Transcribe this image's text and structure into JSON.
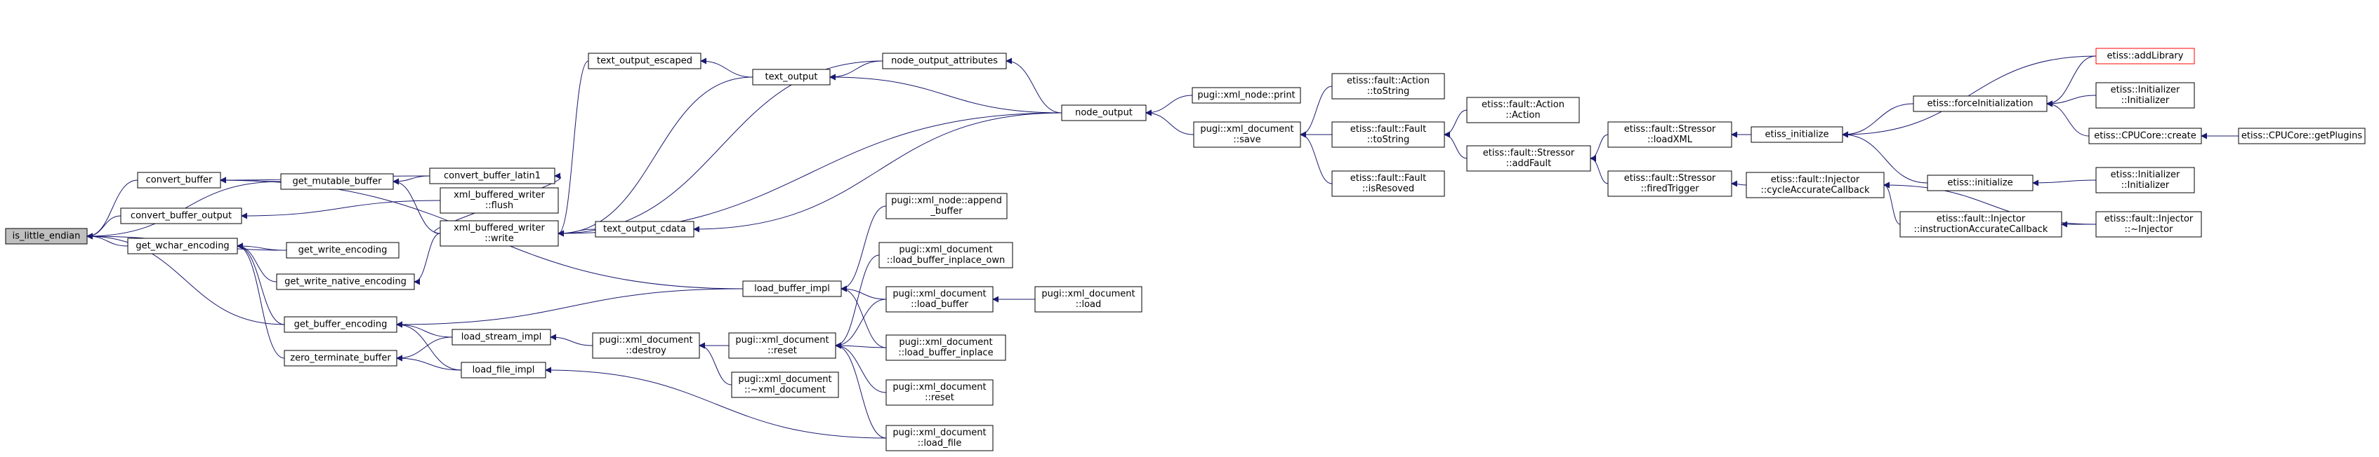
{
  "diagram": {
    "colors": {
      "edge": "#191970",
      "root_fill": "#bfbfbf",
      "highlight_border": "#ff0000"
    },
    "nodes": [
      {
        "id": "is_little_endian",
        "lines": [
          "is_little_endian"
        ]
      },
      {
        "id": "convert_buffer",
        "lines": [
          "convert_buffer"
        ]
      },
      {
        "id": "convert_buffer_output",
        "lines": [
          "convert_buffer_output"
        ]
      },
      {
        "id": "get_wchar_encoding",
        "lines": [
          "get_wchar_encoding"
        ]
      },
      {
        "id": "get_mutable_buffer",
        "lines": [
          "get_mutable_buffer"
        ]
      },
      {
        "id": "convert_buffer_latin1",
        "lines": [
          "convert_buffer_latin1"
        ]
      },
      {
        "id": "xml_buffered_writer_flush",
        "lines": [
          "xml_buffered_writer",
          "::flush"
        ]
      },
      {
        "id": "get_write_encoding",
        "lines": [
          "get_write_encoding"
        ]
      },
      {
        "id": "get_write_native_encoding",
        "lines": [
          "get_write_native_encoding"
        ]
      },
      {
        "id": "get_buffer_encoding",
        "lines": [
          "get_buffer_encoding"
        ]
      },
      {
        "id": "zero_terminate_buffer",
        "lines": [
          "zero_terminate_buffer"
        ]
      },
      {
        "id": "load_stream_impl",
        "lines": [
          "load_stream_impl"
        ]
      },
      {
        "id": "load_file_impl",
        "lines": [
          "load_file_impl"
        ]
      },
      {
        "id": "xml_buffered_writer_write",
        "lines": [
          "xml_buffered_writer",
          "::write"
        ]
      },
      {
        "id": "text_output_escaped",
        "lines": [
          "text_output_escaped"
        ]
      },
      {
        "id": "text_output",
        "lines": [
          "text_output"
        ]
      },
      {
        "id": "text_output_cdata",
        "lines": [
          "text_output_cdata"
        ]
      },
      {
        "id": "node_output_attributes",
        "lines": [
          "node_output_attributes"
        ]
      },
      {
        "id": "load_buffer_impl",
        "lines": [
          "load_buffer_impl"
        ]
      },
      {
        "id": "pugi_xml_document_destroy",
        "lines": [
          "pugi::xml_document",
          "::destroy"
        ]
      },
      {
        "id": "pugi_xml_document_reset",
        "lines": [
          "pugi::xml_document",
          "::reset"
        ]
      },
      {
        "id": "pugi_xml_document_dtor",
        "lines": [
          "pugi::xml_document",
          "::~xml_document"
        ]
      },
      {
        "id": "pugi_xml_node_append_buffer",
        "lines": [
          "pugi::xml_node::append",
          "_buffer"
        ]
      },
      {
        "id": "pugi_xml_document_load_buffer_inplace_own",
        "lines": [
          "pugi::xml_document",
          "::load_buffer_inplace_own"
        ]
      },
      {
        "id": "pugi_xml_document_load_buffer",
        "lines": [
          "pugi::xml_document",
          "::load_buffer"
        ]
      },
      {
        "id": "pugi_xml_document_load_buffer_inplace",
        "lines": [
          "pugi::xml_document",
          "::load_buffer_inplace"
        ]
      },
      {
        "id": "pugi_xml_document_reset2",
        "lines": [
          "pugi::xml_document",
          "::reset"
        ]
      },
      {
        "id": "pugi_xml_document_load_file",
        "lines": [
          "pugi::xml_document",
          "::load_file"
        ]
      },
      {
        "id": "pugi_xml_document_load",
        "lines": [
          "pugi::xml_document",
          "::load"
        ]
      },
      {
        "id": "node_output",
        "lines": [
          "node_output"
        ]
      },
      {
        "id": "pugi_xml_node_print",
        "lines": [
          "pugi::xml_node::print"
        ]
      },
      {
        "id": "pugi_xml_document_save",
        "lines": [
          "pugi::xml_document",
          "::save"
        ]
      },
      {
        "id": "etiss_fault_Action_toString",
        "lines": [
          "etiss::fault::Action",
          "::toString"
        ]
      },
      {
        "id": "etiss_fault_Fault_toString",
        "lines": [
          "etiss::fault::Fault",
          "::toString"
        ]
      },
      {
        "id": "etiss_fault_Fault_isResoved",
        "lines": [
          "etiss::fault::Fault",
          "::isResoved"
        ]
      },
      {
        "id": "etiss_fault_Action_Action",
        "lines": [
          "etiss::fault::Action",
          "::Action"
        ]
      },
      {
        "id": "etiss_fault_Stressor_addFault",
        "lines": [
          "etiss::fault::Stressor",
          "::addFault"
        ]
      },
      {
        "id": "etiss_fault_Stressor_loadXML",
        "lines": [
          "etiss::fault::Stressor",
          "::loadXML"
        ]
      },
      {
        "id": "etiss_fault_Stressor_firedTrigger",
        "lines": [
          "etiss::fault::Stressor",
          "::firedTrigger"
        ]
      },
      {
        "id": "etiss_initialize_underscore",
        "lines": [
          "etiss_initialize"
        ]
      },
      {
        "id": "etiss_fault_Injector_cycleAccurateCallback",
        "lines": [
          "etiss::fault::Injector",
          "::cycleAccurateCallback"
        ]
      },
      {
        "id": "etiss_fault_Injector_instructionAccurateCallback",
        "lines": [
          "etiss::fault::Injector",
          "::instructionAccurateCallback"
        ]
      },
      {
        "id": "etiss_fault_Injector_dtor",
        "lines": [
          "etiss::fault::Injector",
          "::~Injector"
        ]
      },
      {
        "id": "etiss_forceInitialization",
        "lines": [
          "etiss::forceInitialization"
        ]
      },
      {
        "id": "etiss_initialize",
        "lines": [
          "etiss::initialize"
        ]
      },
      {
        "id": "etiss_addLibrary",
        "lines": [
          "etiss::addLibrary"
        ]
      },
      {
        "id": "etiss_Initializer_Initializer",
        "lines": [
          "etiss::Initializer",
          "::Initializer"
        ]
      },
      {
        "id": "etiss_CPUCore_create",
        "lines": [
          "etiss::CPUCore::create"
        ]
      },
      {
        "id": "etiss_Initializer_Initializer2",
        "lines": [
          "etiss::Initializer",
          "::Initializer"
        ]
      },
      {
        "id": "etiss_CPUCore_getPlugins",
        "lines": [
          "etiss::CPUCore::getPlugins"
        ]
      }
    ],
    "edges": [
      [
        "convert_buffer",
        "is_little_endian"
      ],
      [
        "convert_buffer_output",
        "is_little_endian"
      ],
      [
        "get_wchar_encoding",
        "is_little_endian"
      ],
      [
        "get_buffer_encoding",
        "is_little_endian"
      ],
      [
        "get_write_encoding",
        "is_little_endian"
      ],
      [
        "get_mutable_buffer",
        "is_little_endian"
      ],
      [
        "get_mutable_buffer",
        "convert_buffer"
      ],
      [
        "convert_buffer_latin1",
        "convert_buffer"
      ],
      [
        "load_buffer_impl",
        "convert_buffer"
      ],
      [
        "xml_buffered_writer_flush",
        "convert_buffer_output"
      ],
      [
        "get_write_encoding",
        "get_wchar_encoding"
      ],
      [
        "get_write_native_encoding",
        "get_wchar_encoding"
      ],
      [
        "get_buffer_encoding",
        "get_wchar_encoding"
      ],
      [
        "zero_terminate_buffer",
        "get_wchar_encoding"
      ],
      [
        "convert_buffer_latin1",
        "get_mutable_buffer"
      ],
      [
        "xml_buffered_writer_write",
        "get_mutable_buffer"
      ],
      [
        "xml_buffered_writer_write",
        "convert_buffer_latin1"
      ],
      [
        "xml_buffered_writer_write",
        "get_write_native_encoding"
      ],
      [
        "load_buffer_impl",
        "get_buffer_encoding"
      ],
      [
        "load_stream_impl",
        "get_buffer_encoding"
      ],
      [
        "load_file_impl",
        "get_buffer_encoding"
      ],
      [
        "load_stream_impl",
        "zero_terminate_buffer"
      ],
      [
        "load_file_impl",
        "zero_terminate_buffer"
      ],
      [
        "text_output_escaped",
        "xml_buffered_writer_write"
      ],
      [
        "text_output",
        "xml_buffered_writer_write"
      ],
      [
        "text_output_cdata",
        "xml_buffered_writer_write"
      ],
      [
        "node_output_attributes",
        "xml_buffered_writer_write"
      ],
      [
        "node_output",
        "xml_buffered_writer_write"
      ],
      [
        "text_output",
        "text_output_escaped"
      ],
      [
        "node_output_attributes",
        "text_output"
      ],
      [
        "node_output",
        "text_output"
      ],
      [
        "node_output",
        "node_output_attributes"
      ],
      [
        "node_output",
        "text_output_cdata"
      ],
      [
        "pugi_xml_node_print",
        "node_output"
      ],
      [
        "pugi_xml_document_save",
        "node_output"
      ],
      [
        "pugi_xml_document_destroy",
        "load_stream_impl"
      ],
      [
        "pugi_xml_document_load_file",
        "load_file_impl"
      ],
      [
        "pugi_xml_document_reset",
        "pugi_xml_document_destroy"
      ],
      [
        "pugi_xml_document_dtor",
        "pugi_xml_document_destroy"
      ],
      [
        "pugi_xml_node_append_buffer",
        "load_buffer_impl"
      ],
      [
        "pugi_xml_document_load_buffer",
        "load_buffer_impl"
      ],
      [
        "pugi_xml_document_load_buffer_inplace",
        "load_buffer_impl"
      ],
      [
        "pugi_xml_document_load_buffer_inplace_own",
        "pugi_xml_document_reset"
      ],
      [
        "pugi_xml_document_load_buffer",
        "pugi_xml_document_reset"
      ],
      [
        "pugi_xml_document_load_buffer_inplace",
        "pugi_xml_document_reset"
      ],
      [
        "pugi_xml_document_reset2",
        "pugi_xml_document_reset"
      ],
      [
        "pugi_xml_document_load_file",
        "pugi_xml_document_reset"
      ],
      [
        "pugi_xml_document_load",
        "pugi_xml_document_load_buffer"
      ],
      [
        "etiss_fault_Action_toString",
        "pugi_xml_document_save"
      ],
      [
        "etiss_fault_Fault_toString",
        "pugi_xml_document_save"
      ],
      [
        "etiss_fault_Fault_isResoved",
        "pugi_xml_document_save"
      ],
      [
        "etiss_fault_Action_Action",
        "etiss_fault_Fault_toString"
      ],
      [
        "etiss_fault_Stressor_addFault",
        "etiss_fault_Fault_toString"
      ],
      [
        "etiss_fault_Stressor_loadXML",
        "etiss_fault_Stressor_addFault"
      ],
      [
        "etiss_fault_Stressor_firedTrigger",
        "etiss_fault_Stressor_addFault"
      ],
      [
        "etiss_initialize_underscore",
        "etiss_fault_Stressor_loadXML"
      ],
      [
        "etiss_fault_Injector_cycleAccurateCallback",
        "etiss_fault_Stressor_firedTrigger"
      ],
      [
        "etiss_fault_Injector_instructionAccurateCallback",
        "etiss_fault_Injector_cycleAccurateCallback"
      ],
      [
        "etiss_fault_Injector_dtor",
        "etiss_fault_Injector_cycleAccurateCallback"
      ],
      [
        "etiss_fault_Injector_dtor",
        "etiss_fault_Injector_instructionAccurateCallback"
      ],
      [
        "etiss_forceInitialization",
        "etiss_initialize_underscore"
      ],
      [
        "etiss_initialize",
        "etiss_initialize_underscore"
      ],
      [
        "etiss_addLibrary",
        "etiss_initialize_underscore"
      ],
      [
        "etiss_addLibrary",
        "etiss_forceInitialization"
      ],
      [
        "etiss_Initializer_Initializer",
        "etiss_forceInitialization"
      ],
      [
        "etiss_CPUCore_create",
        "etiss_forceInitialization"
      ],
      [
        "etiss_Initializer_Initializer2",
        "etiss_initialize"
      ],
      [
        "etiss_CPUCore_getPlugins",
        "etiss_CPUCore_create"
      ]
    ]
  }
}
